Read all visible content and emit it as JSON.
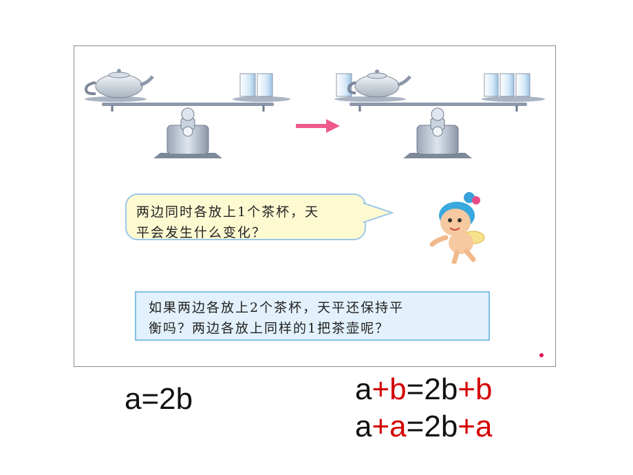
{
  "question_bubble": {
    "line1": "两边同时各放上1个茶杯，天",
    "line2": "平会发生什么变化？"
  },
  "question_box": {
    "line1": "如果两边各放上2个茶杯，天平还保持平",
    "line2": "衡吗？两边各放上同样的1把茶壶呢？"
  },
  "equations": {
    "left": "a=2b",
    "right1": [
      {
        "t": "a",
        "red": false
      },
      {
        "t": "+b",
        "red": true
      },
      {
        "t": "=2b",
        "red": false
      },
      {
        "t": "+b",
        "red": true
      }
    ],
    "right2": [
      {
        "t": "a",
        "red": false
      },
      {
        "t": "+a",
        "red": true
      },
      {
        "t": "=2b",
        "red": false
      },
      {
        "t": "+a",
        "red": true
      }
    ]
  },
  "colors": {
    "accent_red": "#d40000",
    "arrow_pink": "#ef5a8c",
    "box_blue": "#7fbfe6"
  }
}
